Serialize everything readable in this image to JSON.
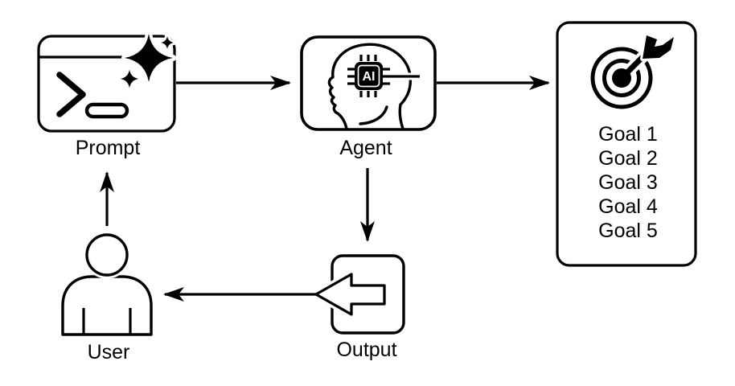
{
  "diagram": {
    "background_color": "#ffffff",
    "line_color": "#000000",
    "nodes": {
      "prompt": {
        "label": "Prompt",
        "icon": "terminal-sparkles-icon"
      },
      "agent": {
        "label": "Agent",
        "chip_label": "AI",
        "icon": "head-ai-chip-icon"
      },
      "goals": {
        "icon": "target-dart-icon",
        "items": [
          "Goal 1",
          "Goal 2",
          "Goal 3",
          "Goal 4",
          "Goal 5"
        ]
      },
      "output": {
        "label": "Output",
        "icon": "export-arrow-icon"
      },
      "user": {
        "label": "User",
        "icon": "person-icon"
      }
    },
    "edges": [
      {
        "from": "prompt",
        "to": "agent"
      },
      {
        "from": "agent",
        "to": "goals"
      },
      {
        "from": "agent",
        "to": "output"
      },
      {
        "from": "output",
        "to": "user"
      },
      {
        "from": "user",
        "to": "prompt"
      }
    ]
  }
}
